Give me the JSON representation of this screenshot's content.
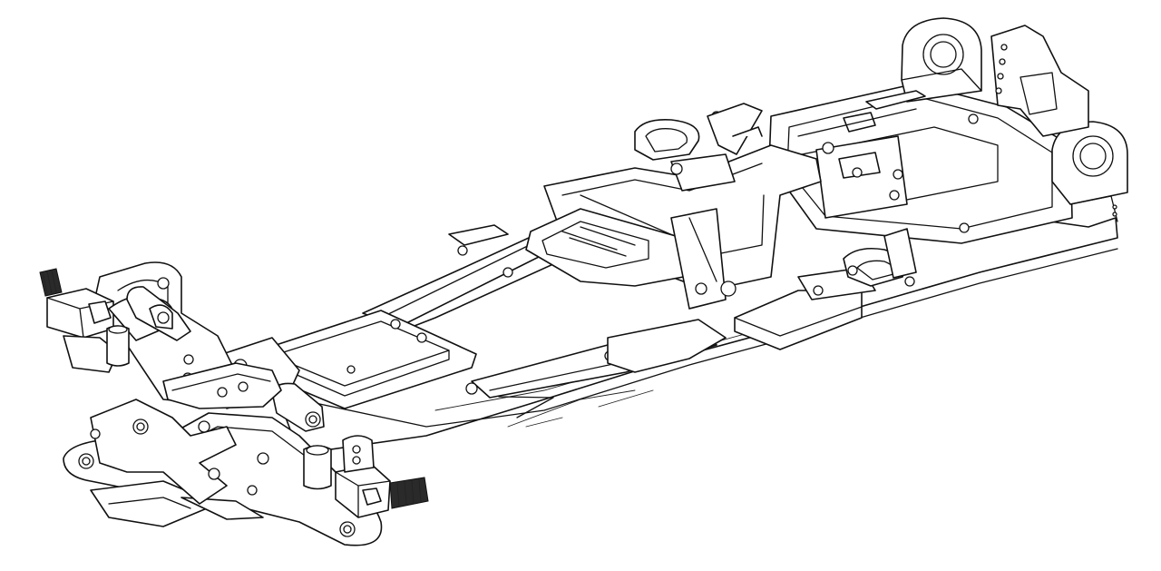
{
  "figure": {
    "type": "line-drawing",
    "subject": "rc-car-chassis",
    "style": "isometric-technical-line-art",
    "colors": {
      "background": "#ffffff",
      "line": "#111111"
    }
  }
}
